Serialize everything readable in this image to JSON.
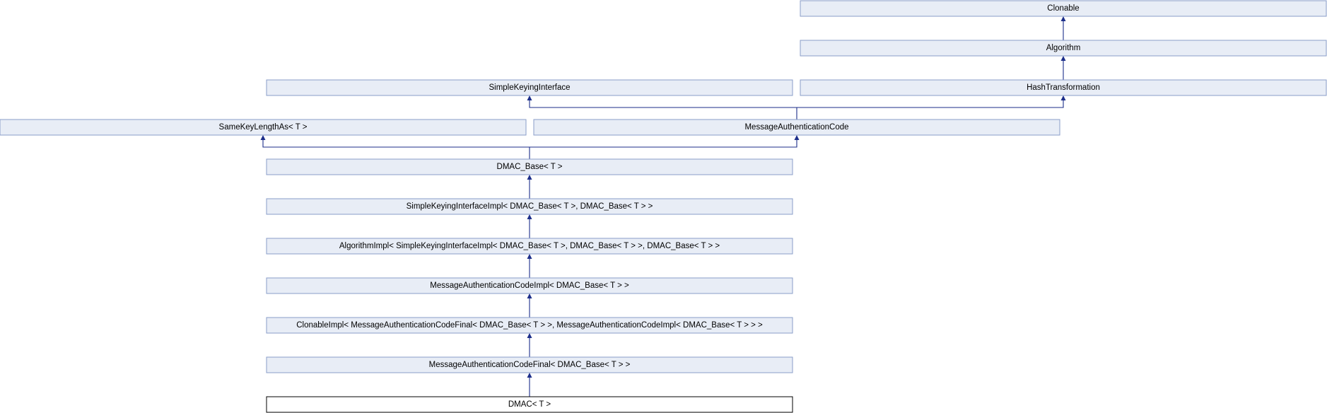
{
  "diagram": {
    "nodes": {
      "clonable": "Clonable",
      "algorithm": "Algorithm",
      "simple_keying_interface": "SimpleKeyingInterface",
      "hash_transformation": "HashTransformation",
      "same_key_length_as": "SameKeyLengthAs< T >",
      "message_authentication_code": "MessageAuthenticationCode",
      "dmac_base": "DMAC_Base< T >",
      "simple_keying_interface_impl": "SimpleKeyingInterfaceImpl< DMAC_Base< T >, DMAC_Base< T > >",
      "algorithm_impl": "AlgorithmImpl< SimpleKeyingInterfaceImpl< DMAC_Base< T >, DMAC_Base< T > >, DMAC_Base< T > >",
      "message_authentication_code_impl": "MessageAuthenticationCodeImpl< DMAC_Base< T > >",
      "clonable_impl": "ClonableImpl< MessageAuthenticationCodeFinal< DMAC_Base< T > >, MessageAuthenticationCodeImpl< DMAC_Base< T > > >",
      "message_authentication_code_final": "MessageAuthenticationCodeFinal< DMAC_Base< T > >",
      "dmac": "DMAC< T >"
    },
    "edges": [
      {
        "from": "algorithm",
        "to": "clonable"
      },
      {
        "from": "hash_transformation",
        "to": "algorithm"
      },
      {
        "from": "message_authentication_code",
        "to": "simple_keying_interface"
      },
      {
        "from": "message_authentication_code",
        "to": "hash_transformation"
      },
      {
        "from": "dmac_base",
        "to": "same_key_length_as"
      },
      {
        "from": "dmac_base",
        "to": "message_authentication_code"
      },
      {
        "from": "simple_keying_interface_impl",
        "to": "dmac_base"
      },
      {
        "from": "algorithm_impl",
        "to": "simple_keying_interface_impl"
      },
      {
        "from": "message_authentication_code_impl",
        "to": "algorithm_impl"
      },
      {
        "from": "clonable_impl",
        "to": "message_authentication_code_impl"
      },
      {
        "from": "message_authentication_code_final",
        "to": "clonable_impl"
      },
      {
        "from": "dmac",
        "to": "message_authentication_code_final"
      }
    ],
    "colors": {
      "node_fill": "#e8edf6",
      "node_border": "#8a9dc8",
      "current_node_border": "#000000",
      "edge": "#1c2e8a"
    }
  }
}
